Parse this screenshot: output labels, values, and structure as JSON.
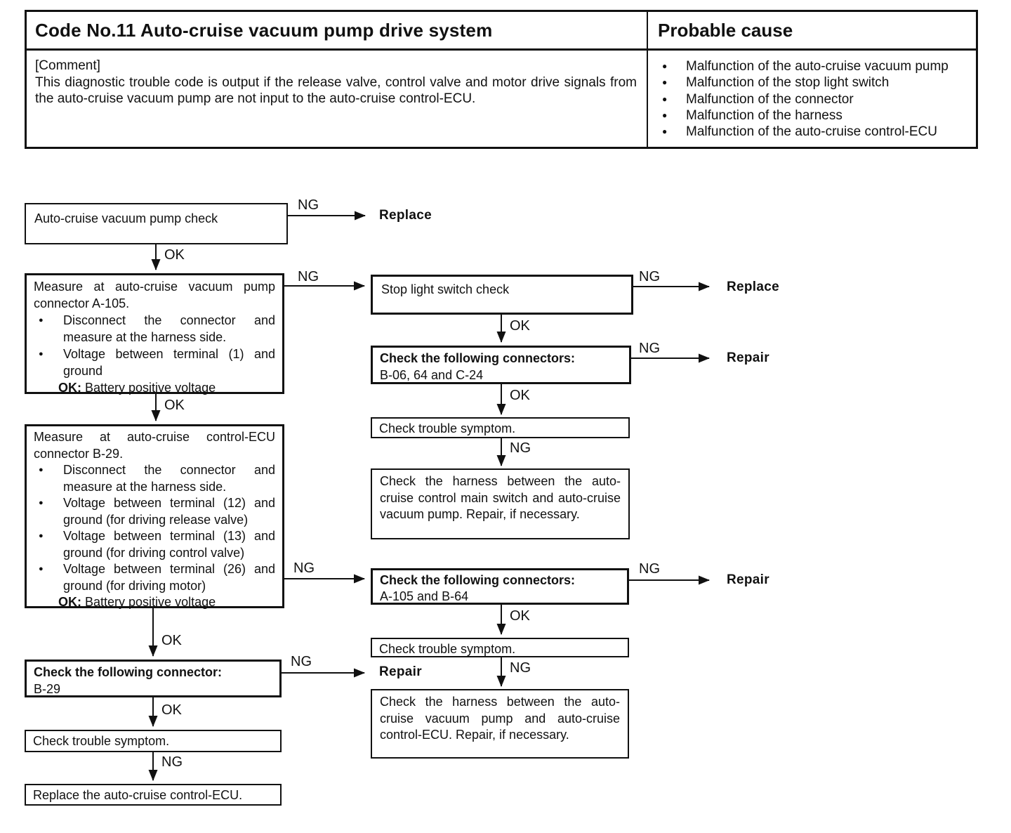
{
  "header": {
    "title": "Code No.11 Auto-cruise vacuum pump drive system",
    "probable_cause_title": "Probable cause",
    "comment_label": "[Comment]",
    "comment_text": "This diagnostic trouble code is output if the release valve, control valve and motor drive signals from the auto-cruise vacuum pump are not input to the auto-cruise control-ECU.",
    "causes": [
      "Malfunction of the auto-cruise vacuum pump",
      "Malfunction of the stop light switch",
      "Malfunction of the connector",
      "Malfunction of the harness",
      "Malfunction of the auto-cruise control-ECU"
    ]
  },
  "labels": {
    "ng": "NG",
    "ok": "OK",
    "replace": "Replace",
    "repair": "Repair"
  },
  "flowchart": {
    "pump_check": {
      "text": "Auto-cruise vacuum pump check"
    },
    "measure_a105": {
      "title": "Measure at auto-cruise vacuum pump connector A-105.",
      "bullets": [
        "Disconnect the connector and measure at the harness side.",
        "Voltage between terminal (1) and ground"
      ],
      "ok_label": "OK:",
      "ok_text": "Battery positive voltage"
    },
    "measure_b29": {
      "title": "Measure at auto-cruise control-ECU connector B-29.",
      "bullets": [
        "Disconnect the connector and measure at the harness side.",
        "Voltage between terminal (12) and ground (for driving release valve)",
        "Voltage between terminal (13) and ground (for driving control valve)",
        "Voltage between terminal (26) and ground (for driving motor)"
      ],
      "ok_label": "OK:",
      "ok_text": "Battery positive voltage"
    },
    "check_connector_b29": {
      "title": "Check the following connector:",
      "detail": "B-29"
    },
    "check_trouble_symptom_left": {
      "text": "Check trouble symptom."
    },
    "replace_ecu": {
      "text": "Replace the auto-cruise control-ECU."
    },
    "stop_light_switch": {
      "text": "Stop light switch check"
    },
    "check_connectors_b06": {
      "title": "Check the following connectors:",
      "detail": "B-06, 64 and C-24"
    },
    "check_trouble_symptom_mid": {
      "text": "Check trouble symptom."
    },
    "harness_main_switch": {
      "text": "Check the harness between the auto-cruise control main switch and auto-cruise vacuum pump. Repair, if necessary."
    },
    "check_connectors_a105": {
      "title": "Check the following connectors:",
      "detail": "A-105 and B-64"
    },
    "check_trouble_symptom_right": {
      "text": "Check trouble symptom."
    },
    "harness_pump_ecu": {
      "text": "Check the harness between the auto-cruise vacuum pump and auto-cruise control-ECU. Repair, if necessary."
    }
  }
}
